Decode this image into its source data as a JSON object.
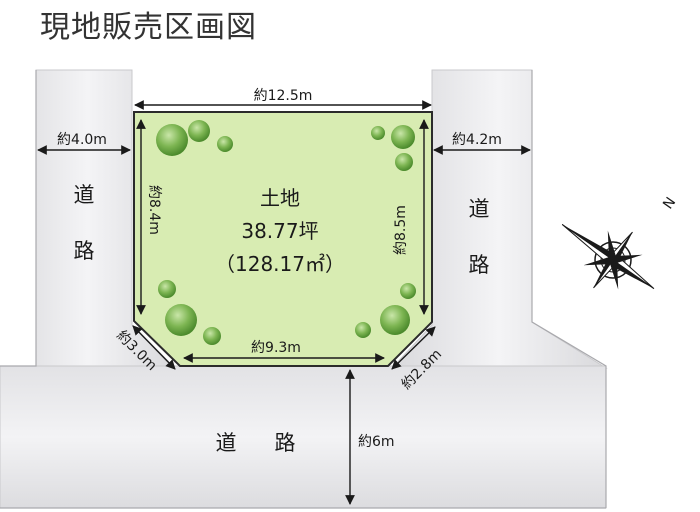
{
  "title": "現地販売区画図",
  "lot": {
    "label": "土地",
    "area_tsubo": "38.77坪",
    "area_sqm": "（128.17㎡）"
  },
  "dimensions": {
    "top": "約12.5m",
    "left_side": "約8.4m",
    "right_side": "約8.5m",
    "bottom": "約9.3m",
    "corner_left": "約3.0m",
    "corner_right": "約2.8m",
    "road_left_width": "約4.0m",
    "road_right_width": "約4.2m",
    "road_bottom_width": "約6m"
  },
  "roads": {
    "left": [
      "道",
      "路"
    ],
    "right": [
      "道",
      "路"
    ],
    "bottom": [
      "道",
      "路"
    ]
  },
  "compass": {
    "north_label": "N"
  },
  "colors": {
    "lot_fill": "#d8ecb2",
    "road_fill": "#e9e9eb",
    "tree": "#7db552"
  }
}
